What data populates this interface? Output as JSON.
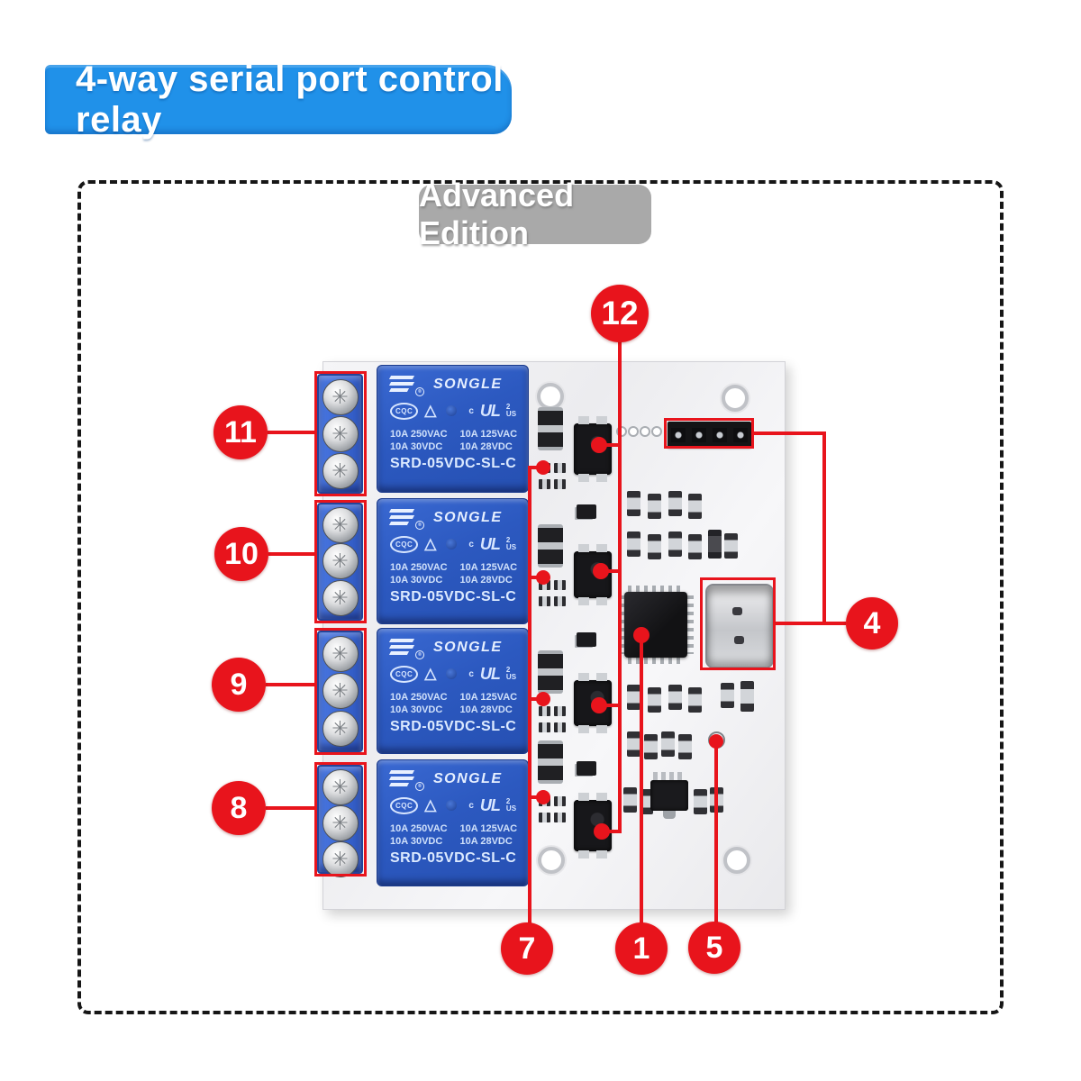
{
  "title_banner": {
    "label": "4-way serial port control relay"
  },
  "edition_banner": {
    "label": "Advanced Edition"
  },
  "relay": {
    "brand": "SONGLE",
    "cqc_mark": "CQC",
    "triangle_mark": "△",
    "ul_prefix": "c",
    "ul_mark": "UL",
    "ul_class": "2",
    "ul_region": "US",
    "rating_ac1": "10A 250VAC",
    "rating_ac2": "10A 125VAC",
    "rating_dc1": "10A 30VDC",
    "rating_dc2": "10A 28VDC",
    "model": "SRD-05VDC-SL-C"
  },
  "callouts": {
    "c1": "1",
    "c4": "4",
    "c5": "5",
    "c7": "7",
    "c8": "8",
    "c9": "9",
    "c10": "10",
    "c11": "11",
    "c12": "12"
  },
  "icons": {
    "screw": "✳",
    "registered": "®"
  },
  "colors": {
    "callout-red": "#e8141c",
    "banner-blue": "#2091e9",
    "relay-blue": "#2e5cc4",
    "terminal-blue": "#3e6cd9",
    "edition-gray": "#a9a9a9",
    "board-white": "#f2f2f4"
  }
}
